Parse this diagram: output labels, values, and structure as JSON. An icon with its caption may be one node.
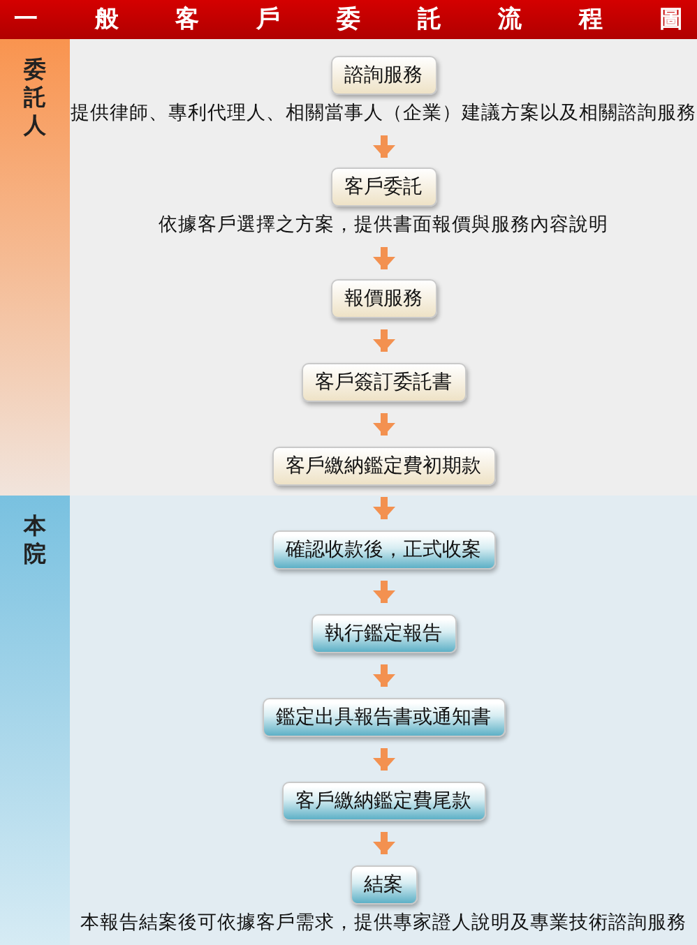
{
  "diagram": {
    "title": "一般客戶委託流程圖",
    "nodes": [
      {
        "text": [
          "委託人"
        ]
      },
      {
        "text": [
          "諮詢服務"
        ],
        "in": 0,
        "beside": [
          "提供律師、專利代理人、相關當事人（企業）建議方案以及相關諮詢服務"
        ]
      },
      {
        "text": [
          "客戶委託"
        ],
        "in": 0,
        "beside": [
          "依據客戶選擇之方案，提供書面報價與服務內容說明"
        ]
      },
      {
        "text": [
          "報價服務"
        ],
        "in": 0
      },
      {
        "text": [
          "客戶簽訂委託書"
        ],
        "in": 0
      },
      {
        "text": [
          "客戶繳納鑑定費初期款"
        ],
        "in": 0
      },
      {
        "text": [
          "本院"
        ]
      },
      {
        "text": [
          "確認收款後，正式收案"
        ],
        "in": 6
      },
      {
        "text": [
          "執行鑑定報告"
        ],
        "in": 6
      },
      {
        "text": [
          "鑑定出具報告書或通知書"
        ],
        "in": 6
      },
      {
        "text": [
          "客戶繳納鑑定費尾款"
        ],
        "in": 6
      },
      {
        "text": [
          "結案"
        ],
        "in": 6,
        "beside": [
          "本報告結案後可依據客戶需求，提供專家證人說明及專業技術諮詢服務"
        ]
      }
    ],
    "edges": [
      {
        "from": 1,
        "to": 2,
        "arrow": "to"
      },
      {
        "from": 2,
        "to": 3,
        "arrow": "to"
      },
      {
        "from": 3,
        "to": 4,
        "arrow": "to"
      },
      {
        "from": 4,
        "to": 5,
        "arrow": "to"
      },
      {
        "from": 5,
        "to": 7,
        "arrow": "to"
      },
      {
        "from": 7,
        "to": 8,
        "arrow": "to"
      },
      {
        "from": 8,
        "to": 9,
        "arrow": "to"
      },
      {
        "from": 9,
        "to": 10,
        "arrow": "to"
      },
      {
        "from": 10,
        "to": 11,
        "arrow": "to"
      }
    ]
  }
}
